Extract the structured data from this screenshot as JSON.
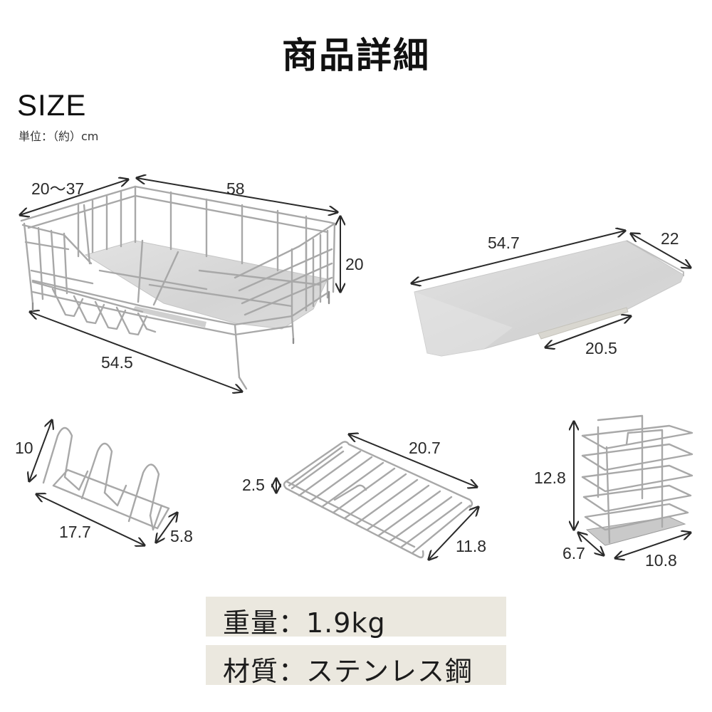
{
  "header": {
    "title": "商品詳細"
  },
  "size_section": {
    "heading": "SIZE",
    "unit_note": "単位：（約）cm"
  },
  "figures": {
    "main_rack": {
      "name": "dish-rack-main",
      "dims": {
        "depth": "20〜37",
        "width_top": "58",
        "height": "20",
        "width_bottom": "54.5"
      }
    },
    "drain_tray": {
      "name": "drain-tray",
      "dims": {
        "length": "54.7",
        "width": "22",
        "spout_width": "20.5"
      }
    },
    "plate_stand": {
      "name": "plate-stand",
      "dims": {
        "height": "10",
        "length": "17.7",
        "depth": "5.8"
      }
    },
    "cutting_board_rack": {
      "name": "flat-wire-rack",
      "dims": {
        "height": "2.5",
        "length": "20.7",
        "width": "11.8"
      }
    },
    "cutlery_holder": {
      "name": "cutlery-holder",
      "dims": {
        "height": "12.8",
        "depth": "6.7",
        "width": "10.8"
      }
    }
  },
  "specs": [
    {
      "label": "重量：1.9kg"
    },
    {
      "label": "材質：ステンレス鋼"
    }
  ],
  "colors": {
    "spec_box_bg": "#ebe8df",
    "wire": "#a8a8a8",
    "tray": "#d6d6d6",
    "text": "#231f20"
  }
}
